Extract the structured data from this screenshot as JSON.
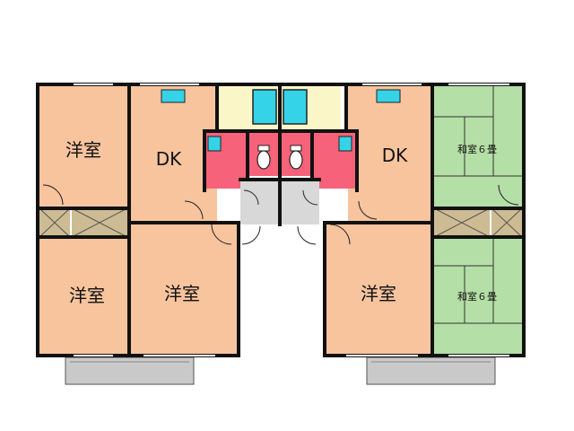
{
  "colors": {
    "western_room": "#f7c49e",
    "japanese_room": "#b4dfa6",
    "wet_area": "#f6627a",
    "bath_fill": "#34d3e8",
    "bath_surround": "#fbf6c8",
    "wall": "#111111",
    "balcony": "#c9c9c9",
    "hall": "#d8d8d8",
    "storage": "#cdbb93"
  },
  "rooms": {
    "left_unit": {
      "western_top": "洋室",
      "dk": "DK",
      "western_bottom_left": "洋室",
      "western_bottom_right": "洋室"
    },
    "right_unit": {
      "dk": "DK",
      "western": "洋室",
      "japanese_top": "和室６畳",
      "japanese_bottom": "和室６畳"
    }
  }
}
